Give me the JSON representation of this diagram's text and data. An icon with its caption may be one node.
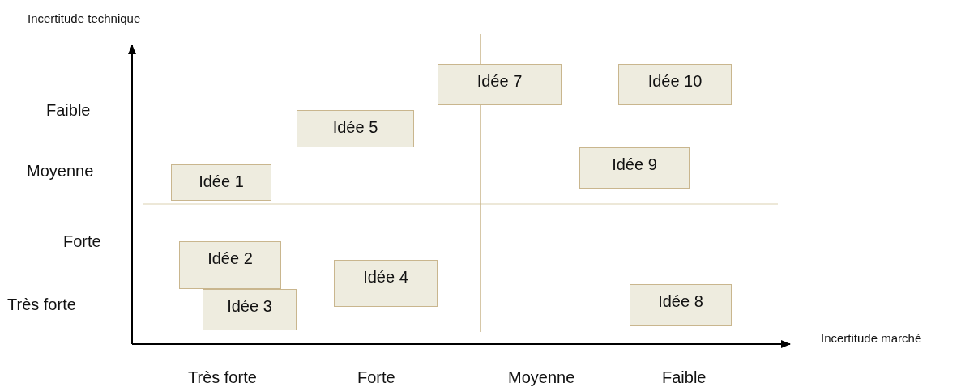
{
  "diagram": {
    "nodes": [
      {
        "text": [
          "Idée 7"
        ]
      },
      {
        "text": [
          "Idée 10"
        ]
      },
      {
        "text": [
          "Idée 5"
        ]
      },
      {
        "text": [
          "Idée 9"
        ]
      },
      {
        "text": [
          "Idée 1"
        ]
      },
      {
        "text": [
          "Idée 2"
        ]
      },
      {
        "text": [
          "Idée 4"
        ]
      },
      {
        "text": [
          "Idée 3"
        ]
      },
      {
        "text": [
          "Idée 8"
        ]
      }
    ],
    "edges": [],
    "labels": [
      "Incertitude technique",
      "Faible",
      "Moyenne",
      "Forte",
      "Très forte",
      "Incertitude marché",
      "Très forte",
      "Forte",
      "Moyenne",
      "Faible"
    ]
  }
}
